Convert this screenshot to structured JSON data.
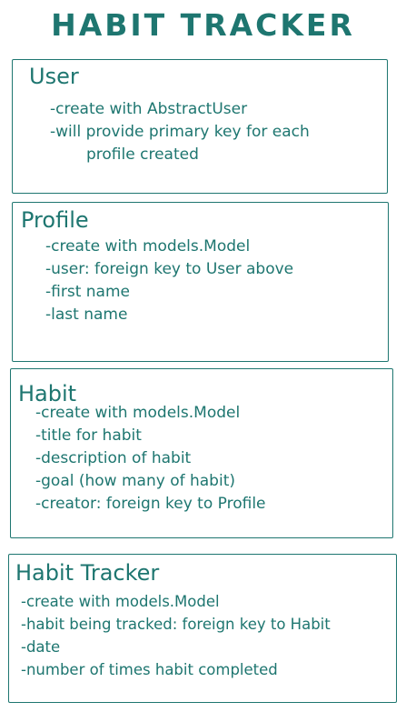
{
  "title": "HABIT TRACKER",
  "boxes": [
    {
      "title": "User",
      "lines": [
        "-create with AbstractUser",
        "-will provide primary key for each",
        "profile created"
      ]
    },
    {
      "title": "Profile",
      "lines": [
        "-create with models.Model",
        "-user: foreign key to User above",
        "-first name",
        "-last name"
      ]
    },
    {
      "title": "Habit",
      "lines": [
        "-create with models.Model",
        "-title for habit",
        "-description of habit",
        "-goal (how many of habit)",
        "-creator: foreign key to Profile"
      ]
    },
    {
      "title": "Habit Tracker",
      "lines": [
        "-create with models.Model",
        "-habit being tracked: foreign key to Habit",
        "-date",
        "-number of times habit completed"
      ]
    }
  ]
}
